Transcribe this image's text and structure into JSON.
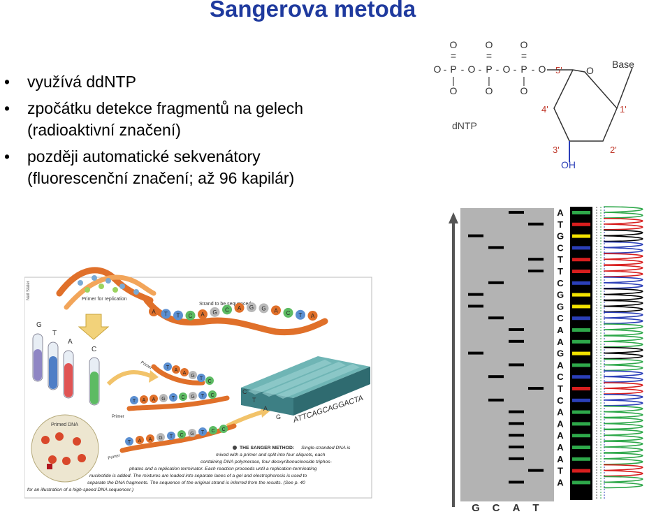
{
  "title": "Sangerova metoda",
  "bullets": [
    {
      "lines": [
        "využívá ddNTP"
      ]
    },
    {
      "lines": [
        "zpočátku detekce fragmentů na gelech",
        "(radioaktivní značení)"
      ]
    },
    {
      "lines": [
        "později automatické sekvenátory",
        "(fluorescenční značení; až 96 kapilár)"
      ]
    }
  ],
  "bullet_glyph": "•",
  "ntp_figure": {
    "label": "dNTP",
    "base_label": "Base",
    "o_label": "O",
    "p_label": "P",
    "oh_label": "OH",
    "positions": [
      "5'",
      "4'",
      "3'",
      "2'",
      "1'"
    ],
    "ring_o": "O"
  },
  "sanger_figure": {
    "credit": "Neil Slater",
    "primer_label": "Primer for replication",
    "strand_label": "Strand to be sequenced",
    "tube_labels": [
      "G",
      "T",
      "A",
      "C"
    ],
    "primer_word": "Primer",
    "primed_dna": "Primed DNA",
    "strand_bases": [
      "A",
      "T",
      "T",
      "C",
      "A",
      "G",
      "C",
      "A",
      "G",
      "G",
      "A",
      "C",
      "T",
      "A"
    ],
    "chain_bases": [
      [
        "T",
        "A",
        "A",
        "G",
        "T",
        "C"
      ],
      [
        "T",
        "A",
        "A",
        "G",
        "T",
        "C",
        "G",
        "T",
        "C"
      ],
      [
        "T",
        "A",
        "A",
        "G",
        "T",
        "C",
        "G",
        "T",
        "C",
        "C"
      ]
    ],
    "gel_lane_labels": [
      "C",
      "T",
      "A",
      "G"
    ],
    "gel_sequence": "ATTCAGCAGGACTA",
    "caption_title": "THE SANGER METHOD:",
    "caption_lines": [
      "Single-stranded DNA is",
      "mixed with a primer and split into four aliquots, each",
      "containing DNA polymerase, four deoxyribonucleoside triphos-",
      "phates and a replication terminator. Each reaction proceeds until a replication-terminating",
      "nucleotide is added. The mixtures are loaded into separate lanes of a gel and electrophoresis is used to",
      "separate the DNA fragments. The sequence of the original strand is inferred from the results. (See p. 40",
      "for an illustration of a high-speed DNA sequencer.)"
    ]
  },
  "gel_figure": {
    "lane_labels": [
      "G",
      "C",
      "A",
      "T"
    ],
    "sequence": [
      "A",
      "T",
      "G",
      "C",
      "T",
      "T",
      "C",
      "G",
      "G",
      "C",
      "A",
      "A",
      "G",
      "A",
      "C",
      "T",
      "C",
      "A",
      "A",
      "A",
      "A",
      "A",
      "T",
      "A"
    ],
    "base_colors": {
      "A": "#2ea84a",
      "T": "#d81e1e",
      "G": "#f2e200",
      "C": "#2b3fb8"
    }
  }
}
